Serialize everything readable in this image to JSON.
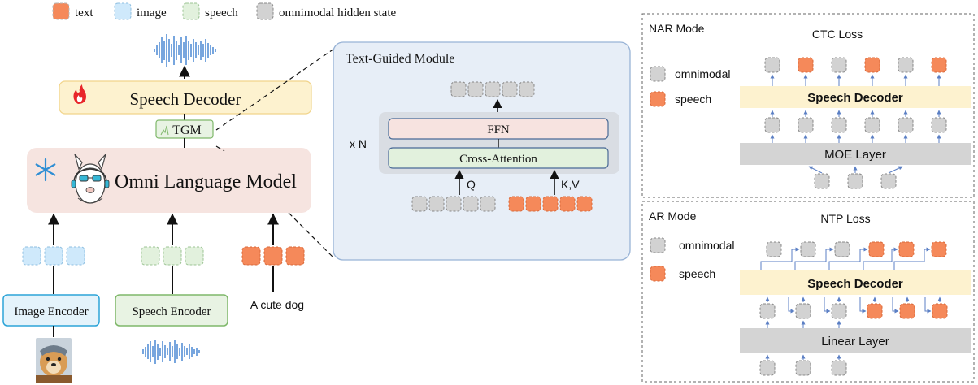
{
  "legend": {
    "items": [
      {
        "label": "text",
        "color": "#f5895a"
      },
      {
        "label": "image",
        "color": "#cfe9fb"
      },
      {
        "label": "speech",
        "color": "#e2f1dd"
      },
      {
        "label": "omnimodal hidden state",
        "color": "#d2d2d2"
      }
    ]
  },
  "left": {
    "speech_decoder_label": "Speech Decoder",
    "tgm_label": "TGM",
    "omni_label": "Omni Language Model",
    "image_encoder_label": "Image Encoder",
    "speech_encoder_label": "Speech Encoder",
    "text_input_label": "A cute dog",
    "flame_icon": "flame-icon",
    "snowflake_icon": "snowflake-icon",
    "mascot_icon": "llama-mascot-icon"
  },
  "tgm": {
    "title": "Text-Guided Module",
    "ffn_label": "FFN",
    "cross_attention_label": "Cross-Attention",
    "repeat_label": "x N",
    "q_label": "Q",
    "kv_label": "K,V"
  },
  "nar": {
    "mode_label": "NAR Mode",
    "loss_label": "CTC Loss",
    "legend_omnimodal": "omnimodal",
    "legend_speech": "speech",
    "decoder_label": "Speech Decoder",
    "layer_label": "MOE Layer"
  },
  "ar": {
    "mode_label": "AR Mode",
    "loss_label": "NTP Loss",
    "legend_omnimodal": "omnimodal",
    "legend_speech": "speech",
    "decoder_label": "Speech Decoder",
    "layer_label": "Linear Layer"
  },
  "colors": {
    "text_token": "#f5895a",
    "image_token": "#cfe9fb",
    "speech_token": "#e2f1dd",
    "omni_token": "#d2d2d2",
    "decoder_fill": "#fdf2cf",
    "omni_fill": "#f6e4e0",
    "tgm_panel": "#e7eef7",
    "arrow_blue": "#5b7fc4"
  }
}
